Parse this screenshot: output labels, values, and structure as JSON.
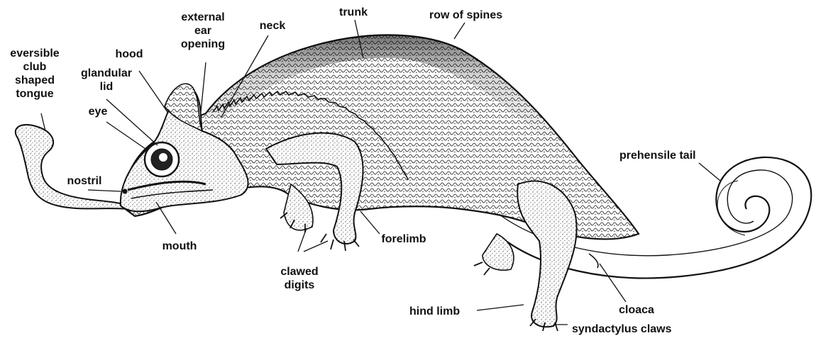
{
  "labels": {
    "tongue": "eversible\nclub\nshaped\ntongue",
    "hood": "hood",
    "glandular_lid": "glandular\nlid",
    "eye": "eye",
    "external_ear": "external\near\nopening",
    "neck": "neck",
    "trunk": "trunk",
    "row_of_spines": "row of spines",
    "nostril": "nostril",
    "mouth": "mouth",
    "clawed_digits": "clawed\ndigits",
    "forelimb": "forelimb",
    "prehensile_tail": "prehensile tail",
    "cloaca": "cloaca",
    "hind_limb": "hind limb",
    "syndactylus_claws": "syndactylus claws"
  }
}
